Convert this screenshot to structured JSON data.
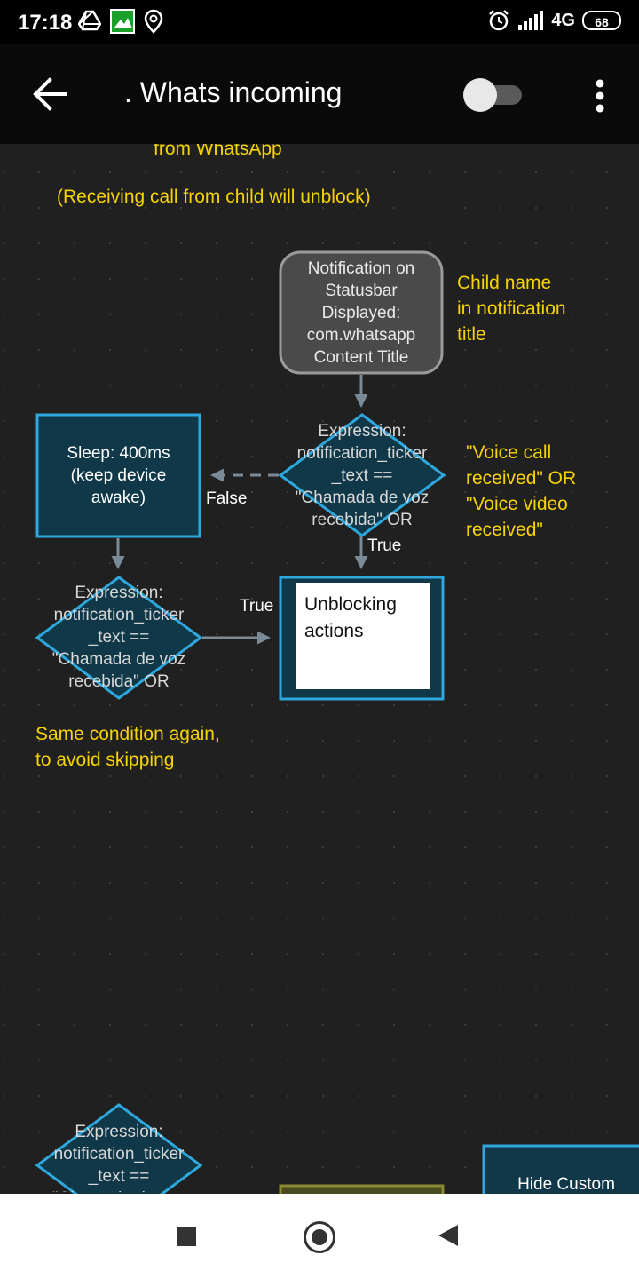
{
  "status_bar": {
    "time": "17:18",
    "network": "4G",
    "battery": "68",
    "left_icons": [
      "drive-icon",
      "image-icon",
      "location-icon"
    ]
  },
  "app_bar": {
    "title": ". Whats incoming",
    "toggle_on": false
  },
  "canvas": {
    "notes": {
      "incoming": "Incoming voice/video call\nfrom WhatsApp",
      "receiving": "(Receiving call from child will unblock)",
      "child_name": "Child name\nin notification\ntitle",
      "voice_call": "\"Voice call\nreceived\" OR\n\"Voice video\nreceived\"",
      "same_condition": "Same condition again,\nto avoid skipping"
    },
    "nodes": {
      "notification": "Notification on\nStatusbar\nDisplayed:\ncom.whatsapp\nContent Title",
      "expression_1": "Expression:\nnotification_ticker\n_text ==\n\"Chamada de voz\nrecebida\" OR",
      "sleep": "Sleep: 400ms\n(keep device\nawake)",
      "expression_2": "Expression:\nnotification_ticker\n_text ==\n\"Chamada de voz\nrecebida\" OR",
      "unblocking": "Unblocking\nactions",
      "expression_3": "Expression:\nnotification_ticker\n_text ==\n\"Chamada de voz",
      "hide_custom": "Hide Custom"
    },
    "edge_labels": {
      "false_label": "False",
      "true_label_1": "True",
      "true_label_2": "True"
    }
  },
  "colors": {
    "note_yellow": "#f5d400",
    "node_fill": "#103848",
    "node_border": "#2ea8dc",
    "notification_fill": "#4a4a4a",
    "arrow_gray": "#7a8a96"
  }
}
